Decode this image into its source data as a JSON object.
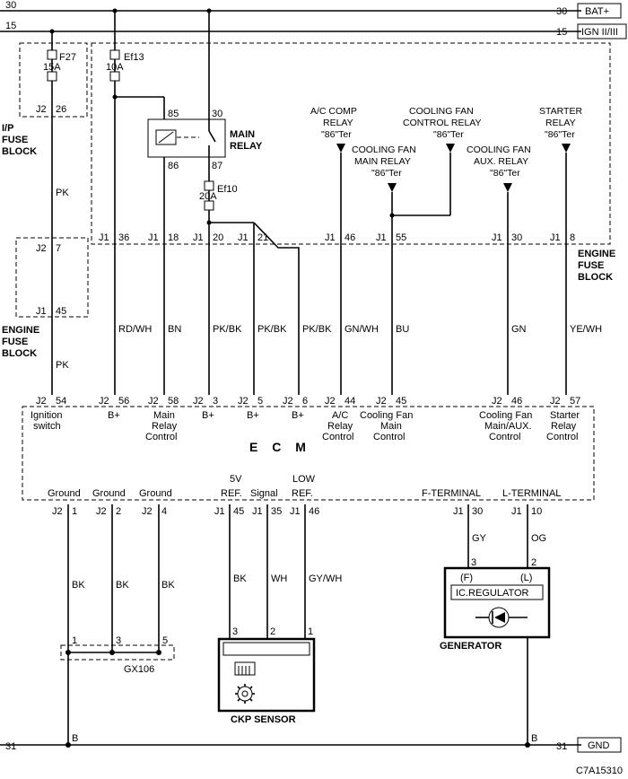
{
  "rails": {
    "bat_num": "30",
    "bat_label": "BAT+",
    "ign_num": "15",
    "ign_label": "IGN II/III",
    "gnd_num": "31",
    "gnd_label": "GND"
  },
  "ip_fuse": {
    "fuse": "F27",
    "amp": "15A",
    "conn": "J2",
    "pin": "26",
    "title1": "I/P",
    "title2": "FUSE",
    "title3": "BLOCK",
    "wire": "PK"
  },
  "ef13": {
    "fuse": "Ef13",
    "amp": "10A"
  },
  "ef10": {
    "fuse": "Ef10",
    "amp": "20A"
  },
  "main_relay": {
    "title1": "MAIN",
    "title2": "RELAY",
    "p85": "85",
    "p30": "30",
    "p86": "86",
    "p87": "87"
  },
  "engine_fuse_block_right": {
    "l1": "ENGINE",
    "l2": "FUSE",
    "l3": "BLOCK"
  },
  "engine_fuse_block_left": {
    "l1": "ENGINE",
    "l2": "FUSE",
    "l3": "BLOCK",
    "c1": "J2",
    "p1": "7",
    "c2": "J1",
    "p2": "45",
    "wire": "PK"
  },
  "relays": {
    "ac_comp": [
      "A/C COMP",
      "RELAY",
      "\"86\"Ter"
    ],
    "cf_control": [
      "COOLING FAN",
      "CONTROL RELAY",
      "\"86\"Ter"
    ],
    "starter": [
      "STARTER",
      "RELAY",
      "\"86\"Ter"
    ],
    "cf_main": [
      "COOLING FAN",
      "MAIN RELAY",
      "\"86\"Ter"
    ],
    "cf_aux": [
      "COOLING FAN",
      "AUX. RELAY",
      "\"86\"Ter"
    ]
  },
  "fuse_block_pins": [
    {
      "c": "J1",
      "p": "36"
    },
    {
      "c": "J1",
      "p": "18"
    },
    {
      "c": "J1",
      "p": "20"
    },
    {
      "c": "J1",
      "p": "21"
    },
    {
      "c": "J1",
      "p": "46"
    },
    {
      "c": "J1",
      "p": "55"
    },
    {
      "c": "J1",
      "p": "30"
    },
    {
      "c": "J1",
      "p": "8"
    }
  ],
  "wires_mid": [
    "RD/WH",
    "BN",
    "PK/BK",
    "PK/BK",
    "PK/BK",
    "GN/WH",
    "BU",
    "GN",
    "YE/WH"
  ],
  "ecm_top_pins": [
    {
      "c": "J2",
      "p": "54",
      "l": [
        "Ignition",
        "switch"
      ]
    },
    {
      "c": "J2",
      "p": "56",
      "l": [
        "B+"
      ]
    },
    {
      "c": "J2",
      "p": "58",
      "l": [
        "Main",
        "Relay",
        "Control"
      ]
    },
    {
      "c": "J2",
      "p": "3",
      "l": [
        "B+"
      ]
    },
    {
      "c": "J2",
      "p": "5",
      "l": [
        "B+"
      ]
    },
    {
      "c": "J2",
      "p": "6",
      "l": [
        "B+"
      ]
    },
    {
      "c": "J2",
      "p": "44",
      "l": [
        "A/C",
        "Relay",
        "Control"
      ]
    },
    {
      "c": "J2",
      "p": "45",
      "l": [
        "Cooling Fan",
        "Main",
        "Control"
      ]
    },
    {
      "c": "J2",
      "p": "46",
      "l": [
        "Cooling Fan",
        "Main/AUX.",
        "Control"
      ]
    },
    {
      "c": "J2",
      "p": "57",
      "l": [
        "Starter",
        "Relay",
        "Control"
      ]
    }
  ],
  "ecm_title": "E C M",
  "ecm_bottom_pins": [
    {
      "c": "J2",
      "p": "1",
      "l": [
        "Ground"
      ]
    },
    {
      "c": "J2",
      "p": "2",
      "l": [
        "Ground"
      ]
    },
    {
      "c": "J2",
      "p": "4",
      "l": [
        "Ground"
      ]
    },
    {
      "c": "J1",
      "p": "45",
      "l": [
        "5V",
        "REF."
      ]
    },
    {
      "c": "J1",
      "p": "35",
      "l": [
        "Signal"
      ]
    },
    {
      "c": "J1",
      "p": "46",
      "l": [
        "LOW",
        "REF."
      ]
    },
    {
      "c": "J1",
      "p": "30",
      "l": [
        "F-TERMINAL"
      ]
    },
    {
      "c": "J1",
      "p": "10",
      "l": [
        "L-TERMINAL"
      ]
    }
  ],
  "wires_low": [
    "BK",
    "BK",
    "BK",
    "BK",
    "WH",
    "GY/WH",
    "GY",
    "OG"
  ],
  "splice": {
    "name": "GX106",
    "p1": "1",
    "p3": "3",
    "p5": "5"
  },
  "ckp": {
    "title": "CKP SENSOR",
    "p3": "3",
    "p2": "2",
    "p1": "1"
  },
  "generator": {
    "title": "GENERATOR",
    "reg": "IC.REGULATOR",
    "t3": "3",
    "t2": "2",
    "tf": "(F)",
    "tl": "(L)"
  },
  "gnd_pins": [
    "B",
    "B"
  ],
  "code": "C7A15310"
}
